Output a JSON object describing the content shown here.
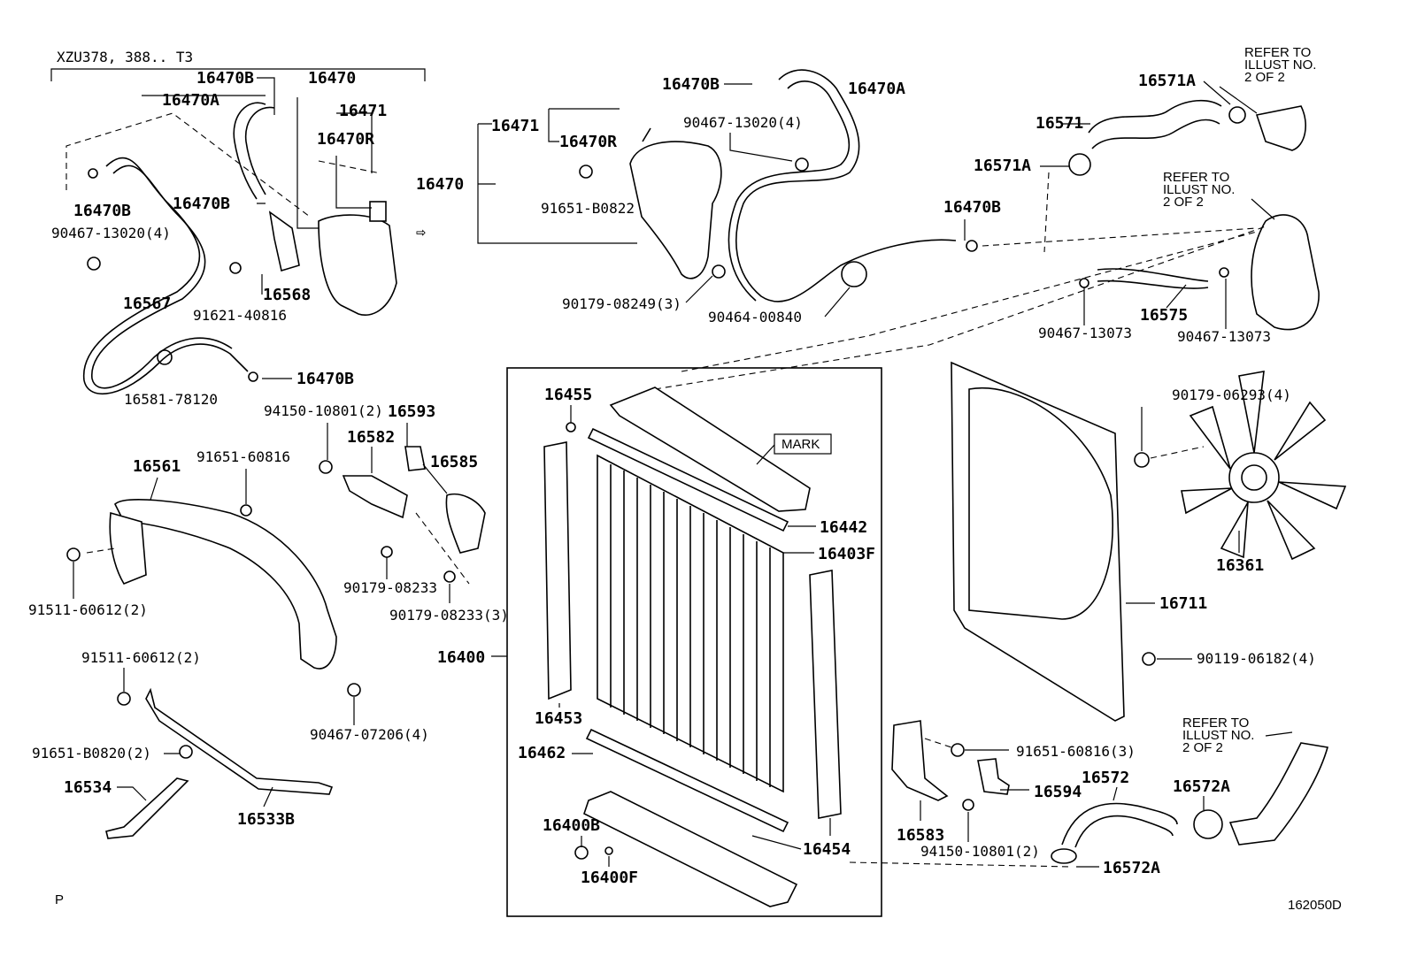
{
  "header_model": "XZU378, 388.. T3",
  "arrow": "⇨",
  "corner_left": "P",
  "corner_right": "162050D",
  "mark_label": "MARK",
  "refer_notes": {
    "r1": [
      "REFER TO",
      "ILLUST NO.",
      "2 OF 2"
    ],
    "r2": [
      "REFER TO",
      "ILLUST NO.",
      "2 OF 2"
    ],
    "r3": [
      "REFER TO",
      "ILLUST NO.",
      "2 OF 2"
    ]
  },
  "labels": {
    "l16470B_a": "16470B",
    "l16470_a": "16470",
    "l16470A_a": "16470A",
    "l16471_a": "16471",
    "l16470R_a": "16470R",
    "l16470B_b": "16470B",
    "l16470B_c": "16470B",
    "l90467_13020_a": "90467-13020(4)",
    "l16567": "16567",
    "l16568": "16568",
    "l91621_40816": "91621-40816",
    "l16470B_d": "16470B",
    "l16581_78120": "16581-78120",
    "l16470B_e": "16470B",
    "l16470A_b": "16470A",
    "l16471_b": "16471",
    "l16470R_b": "16470R",
    "l16470_b": "16470",
    "l90467_13020_b": "90467-13020(4)",
    "l91651_B0822": "91651-B0822",
    "l90179_08249": "90179-08249(3)",
    "l90464_00840": "90464-00840",
    "l16470B_f": "16470B",
    "l16571A_a": "16571A",
    "l16571": "16571",
    "l16571A_b": "16571A",
    "l90467_13073_a": "90467-13073",
    "l16575": "16575",
    "l90467_13073_b": "90467-13073",
    "l94150_10801_a": "94150-10801(2)",
    "l16593": "16593",
    "l16582": "16582",
    "l16585": "16585",
    "l16561": "16561",
    "l91651_60816_a": "91651-60816",
    "l91511_60612_a": "91511-60612(2)",
    "l90179_08233_a": "90179-08233",
    "l90179_08233_b": "90179-08233(3)",
    "l91511_60612_b": "91511-60612(2)",
    "l90467_07206": "90467-07206(4)",
    "l91651_B0820": "91651-B0820(2)",
    "l16534": "16534",
    "l16533B": "16533B",
    "l16455": "16455",
    "l16442": "16442",
    "l16403F": "16403F",
    "l16400": "16400",
    "l16453": "16453",
    "l16462": "16462",
    "l16400B": "16400B",
    "l16400F": "16400F",
    "l16454": "16454",
    "l90179_06293": "90179-06293(4)",
    "l16361": "16361",
    "l16711": "16711",
    "l90119_06182": "90119-06182(4)",
    "l91651_60816_b": "91651-60816(3)",
    "l16594": "16594",
    "l16572": "16572",
    "l16572A_a": "16572A",
    "l16583": "16583",
    "l94150_10801_b": "94150-10801(2)",
    "l16572A_b": "16572A"
  }
}
